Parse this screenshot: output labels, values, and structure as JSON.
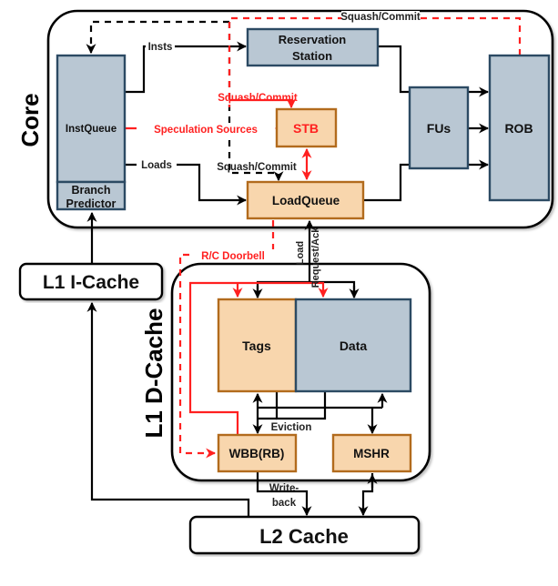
{
  "diagram": {
    "colors": {
      "blue_fill": "#b9c7d3",
      "blue_stroke": "#2c4a63",
      "orange_fill": "#f8d6ad",
      "orange_stroke": "#b26b1d",
      "highlight_red": "#ff2020",
      "line_black": "#000000"
    },
    "containers": {
      "core": "Core",
      "l1_dcache": "L1 D-Cache"
    },
    "blocks": {
      "inst_queue": "InstQueue",
      "branch_predictor_line1": "Branch",
      "branch_predictor_line2": "Predictor",
      "reservation_station_line1": "Reservation",
      "reservation_station_line2": "Station",
      "stb": "STB",
      "load_queue": "LoadQueue",
      "fus": "FUs",
      "rob": "ROB",
      "l1_icache": "L1 I-Cache",
      "tags": "Tags",
      "data": "Data",
      "wbb": "WBB(RB)",
      "mshr": "MSHR",
      "l2_cache": "L2 Cache"
    },
    "edge_labels": {
      "insts": "Insts",
      "loads": "Loads",
      "speculation_sources": "Speculation Sources",
      "squash_commit_top": "Squash/Commit",
      "squash_commit_stb": "Squash/Commit",
      "squash_commit_lq": "Squash/Commit",
      "rc_doorbell": "R/C Doorbell",
      "load_request_line1": "Load",
      "load_request_line2": "Request/Ack",
      "eviction": "Eviction",
      "writeback_line1": "Write-",
      "writeback_line2": "back"
    }
  }
}
